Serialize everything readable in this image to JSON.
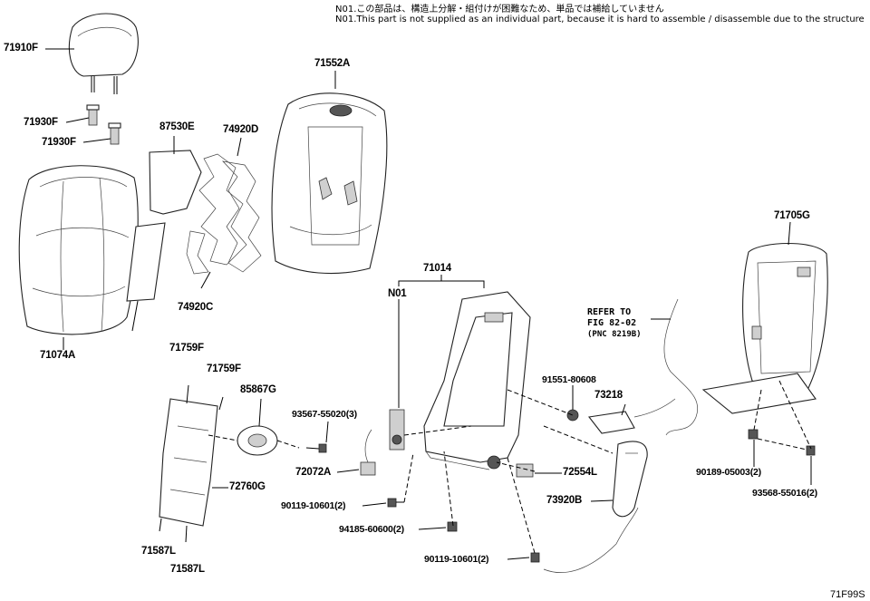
{
  "notes": {
    "jp": "N01.この部品は、構造上分解・組付けが困難なため、単品では補給していません",
    "en": "N01.This part is not supplied as an individual part, because it is hard to assemble / disassemble due to the structure"
  },
  "parts": {
    "p71910F": "71910F",
    "p71930F_a": "71930F",
    "p71930F_b": "71930F",
    "p87530E": "87530E",
    "p74920D": "74920D",
    "p71552A": "71552A",
    "p74920C": "74920C",
    "p71074A": "71074A",
    "p71014": "71014",
    "pN01": "N01",
    "p71705G": "71705G",
    "p71759F_a": "71759F",
    "p71759F_b": "71759F",
    "p85867G": "85867G",
    "p93567": "93567-55020(3)",
    "p91551": "91551-80608",
    "p73218": "73218",
    "p72072A": "72072A",
    "p72554L": "72554L",
    "p72760G": "72760G",
    "p90119_a": "90119-10601(2)",
    "p73920B": "73920B",
    "p90189": "90189-05003(2)",
    "p93568": "93568-55016(2)",
    "p94185": "94185-60600(2)",
    "p90119_b": "90119-10601(2)",
    "p71587L_a": "71587L",
    "p71587L_b": "71587L"
  },
  "refer": {
    "line1": "REFER TO",
    "line2": "FIG 82-02",
    "line3": "(PNC 8219B)"
  },
  "figure_code": "71F99S"
}
